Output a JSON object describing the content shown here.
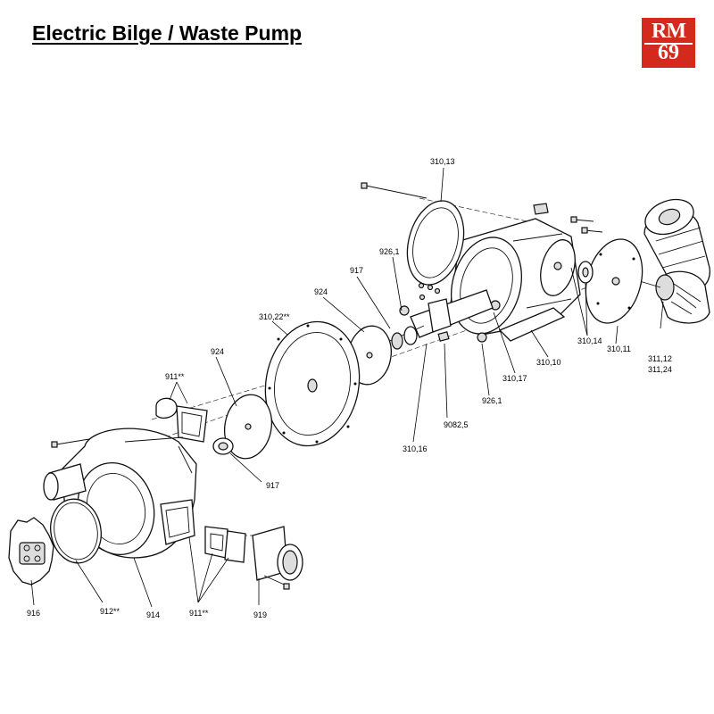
{
  "title": "Electric Bilge / Waste Pump",
  "logo": {
    "line1": "RM",
    "line2": "69",
    "color": "#d42a1e"
  },
  "labels": {
    "p310_13": "310,13",
    "p926_1_top": "926,1",
    "p917_top": "917",
    "p924_top": "924",
    "p310_22": "310,22**",
    "p924_left": "924",
    "p911_top": "911**",
    "p917_bottom": "917",
    "p916": "916",
    "p912": "912**",
    "p914": "914",
    "p911_bottom": "911**",
    "p919": "919",
    "p310_16": "310,16",
    "p9082_5": "9082,5",
    "p926_1_bottom": "926,1",
    "p310_17": "310,17",
    "p310_10": "310,10",
    "p310_14": "310,14",
    "p310_11": "310,11",
    "p311_12": "311,12",
    "p311_24": "311,24"
  }
}
